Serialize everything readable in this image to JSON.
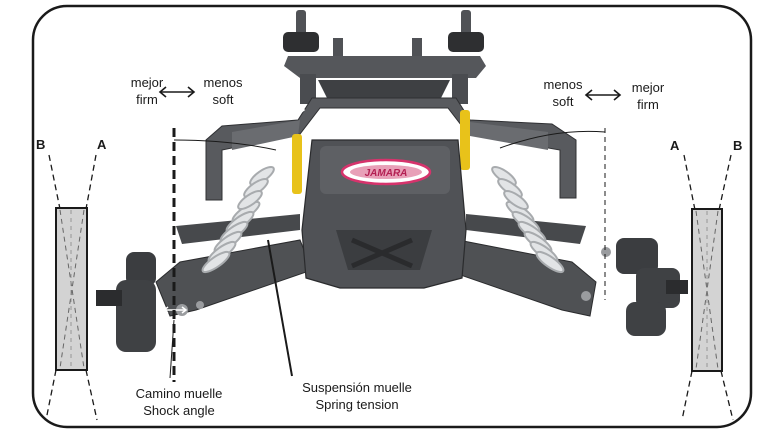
{
  "labels": {
    "left_firm": "mejor\nfirm",
    "left_soft": "menos\nsoft",
    "right_soft": "menos\nsoft",
    "right_firm": "mejor\nfirm",
    "left_b": "B",
    "left_a": "A",
    "right_a": "A",
    "right_b": "B",
    "shock_angle": "Camino muelle\nShock angle",
    "spring_tension": "Suspensión muelle\nSpring tension"
  },
  "badge": "JAMARA",
  "colors": {
    "frame": "#1a1a1a",
    "chassis": "#4f5154",
    "chassis_dark": "#2e2f31",
    "spring": "#d9dcde",
    "tire_box": "#d3d3d3",
    "accent_yellow": "#e8c21a",
    "badge_pink": "#d6336c"
  }
}
